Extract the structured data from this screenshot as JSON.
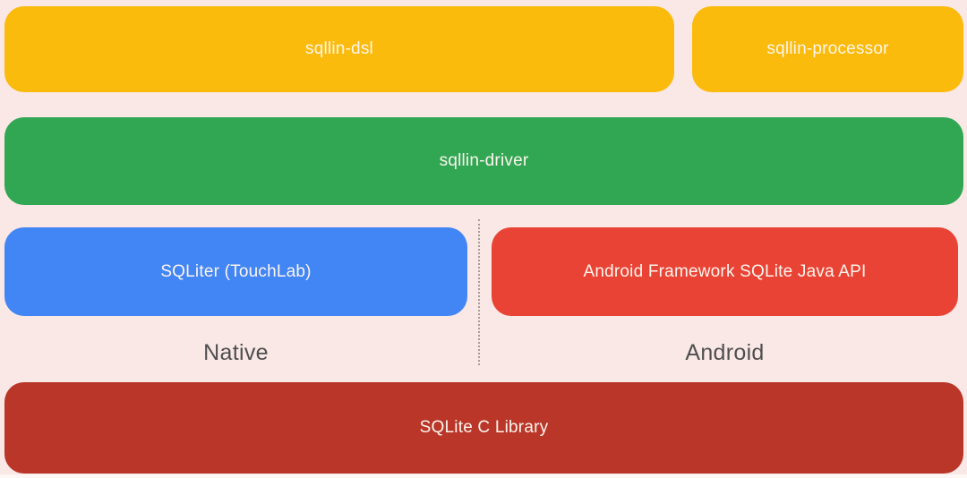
{
  "page": {
    "background_color": "#FAE8E6",
    "block_text_color": "#FCF5ED",
    "platform_label_color": "#4F4F4F",
    "divider_color": "#A89A94"
  },
  "diagram": {
    "layers": {
      "dsl": {
        "label": "sqllin-dsl",
        "color": "#FABB0C"
      },
      "processor": {
        "label": "sqllin-processor",
        "color": "#FABB0C"
      },
      "driver": {
        "label": "sqllin-driver",
        "color": "#31A754"
      },
      "sqliter": {
        "label": "SQLiter (TouchLab)",
        "color": "#4285F4"
      },
      "android_api": {
        "label": "Android Framework SQLite Java API",
        "color": "#E94335"
      },
      "sqlite_c": {
        "label": "SQLite C Library",
        "color": "#B93629"
      }
    },
    "platforms": {
      "native": {
        "label": "Native"
      },
      "android": {
        "label": "Android"
      }
    }
  }
}
